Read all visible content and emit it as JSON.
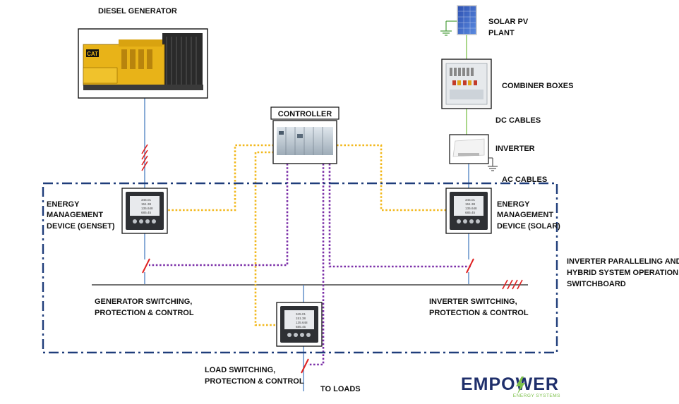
{
  "labels": {
    "diesel_generator": "DIESEL GENERATOR",
    "solar_pv": [
      "SOLAR PV",
      "PLANT"
    ],
    "combiner_boxes": "COMBINER BOXES",
    "dc_cables": "DC CABLES",
    "inverter": "INVERTER",
    "ac_cables": "AC CABLES",
    "controller": "CONTROLLER",
    "emd_genset": [
      "ENERGY",
      "MANAGEMENT",
      "DEVICE (GENSET)"
    ],
    "emd_solar": [
      "ENERGY",
      "MANAGEMENT",
      "DEVICE (SOLAR)"
    ],
    "switchboard": [
      "INVERTER PARALLELING AND",
      "HYBRID SYSTEM OPERATION",
      "SWITCHBOARD"
    ],
    "generator_switching": [
      "GENERATOR SWITCHING,",
      "PROTECTION & CONTROL"
    ],
    "inverter_switching": [
      "INVERTER SWITCHING,",
      "PROTECTION & CONTROL"
    ],
    "load_switching": [
      "LOAD SWITCHING,",
      "PROTECTION & CONTROL"
    ],
    "to_loads": "TO LOADS"
  },
  "meter_readings": [
    "345.01",
    "151.38",
    "135.648",
    "685.45"
  ],
  "generator_badge": "CAT",
  "logo": {
    "name": "EMPOWER",
    "tagline": "ENERGY SYSTEMS"
  },
  "colors": {
    "power_line": "#4a7fc1",
    "dc_line": "#7cc14a",
    "control_link": "#f2b81c",
    "data_link": "#7b2fa8",
    "switchboard_border": "#1f3d7a",
    "breaker": "#e02020",
    "logo_text": "#1f2f6b"
  }
}
